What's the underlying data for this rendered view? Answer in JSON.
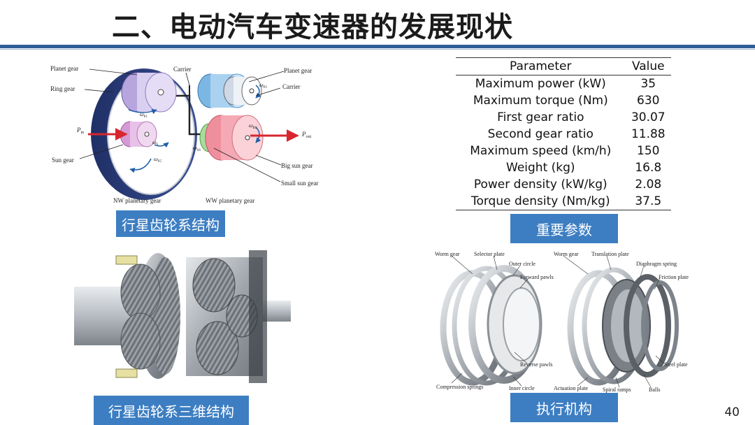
{
  "slide": {
    "title": "二、电动汽车变速器的发展现状",
    "page_number": "40"
  },
  "planetary_diagram": {
    "labels": {
      "planet_gear_left": "Planet gear",
      "ring_gear": "Ring gear",
      "carrier_left": "Carrier",
      "sun_gear": "Sun gear",
      "p_in": "P",
      "p_in_sub": "in",
      "w_p1": "ω",
      "w_p1_sub": "P1",
      "w_s": "ω",
      "w_s_sub": "S",
      "w_fc": "ω",
      "w_fc_sub": "FC",
      "w_ss": "ω",
      "w_ss_sub": "SS",
      "w_p2": "ω",
      "w_p2_sub": "P2",
      "w_bs": "ω",
      "w_bs_sub": "BS",
      "planet_gear_right": "Planet gear",
      "carrier_right": "Carrier",
      "p_out": "P",
      "p_out_sub": "out",
      "big_sun_gear": "Big sun gear",
      "small_sun_gear": "Small sun gear",
      "nw_planetary_gear": "NW planetary gear",
      "ww_planetary_gear": "WW planetary gear"
    },
    "caption": "行星齿轮系结构"
  },
  "render_3d": {
    "caption": "行星齿轮系三维结构"
  },
  "parameters": {
    "headers": [
      "Parameter",
      "Value"
    ],
    "rows": [
      [
        "Maximum power (kW)",
        "35"
      ],
      [
        "Maximum torque (Nm)",
        "630"
      ],
      [
        "First gear ratio",
        "30.07"
      ],
      [
        "Second gear ratio",
        "11.88"
      ],
      [
        "Maximum speed (km/h)",
        "150"
      ],
      [
        "Weight (kg)",
        "16.8"
      ],
      [
        "Power density (kW/kg)",
        "2.08"
      ],
      [
        "Torque density (Nm/kg)",
        "37.5"
      ]
    ],
    "caption": "重要参数"
  },
  "actuator": {
    "labels": {
      "worm_gear_left": "Worm gear",
      "selector_plate": "Selector plate",
      "outer_circle": "Outer circle",
      "forward_pawls": "Forward pawls",
      "reverse_pawls": "Reverse pawls",
      "compression_springs": "Compression springs",
      "inner_circle": "Inner circle",
      "worm_gear_right": "Worm gear",
      "translation_plate": "Translation plate",
      "diaphragm_spring": "Diaphragm spring",
      "friction_plate": "Friction plate",
      "steel_plate": "Steel plate",
      "actuation_plate": "Actuation plate",
      "spiral_ramps": "Spiral ramps",
      "balls": "Balls"
    },
    "caption": "执行机构"
  },
  "colors": {
    "accent": "#2e5e95",
    "caption_bg": "#3d7ec2",
    "ring": "#2a3c78",
    "planet": "#b7a5dd",
    "sun": "#d59ad6",
    "carrier_blue": "#9fd0f2",
    "big_sun": "#f5a9b4",
    "small_sun": "#a6dc9c",
    "power_arrow": "#d8262e"
  }
}
